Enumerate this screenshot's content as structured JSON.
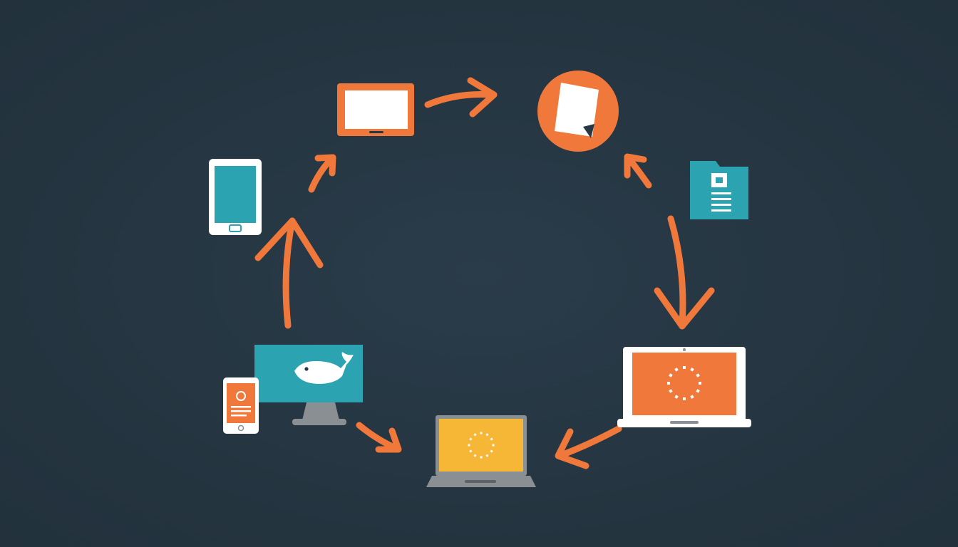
{
  "diagram": {
    "colors": {
      "background": "#263746",
      "arrow": "#f0783a",
      "orange": "#f0783a",
      "teal": "#2ba3b0",
      "yellow": "#f6b636",
      "white": "#ffffff",
      "gray": "#8a8f94",
      "dark": "#263746"
    },
    "nodes": [
      {
        "id": "tablet-landscape",
        "icon": "tablet-icon"
      },
      {
        "id": "document-circle",
        "icon": "document-icon"
      },
      {
        "id": "folder-document",
        "icon": "folder-icon"
      },
      {
        "id": "laptop-orange",
        "icon": "laptop-icon"
      },
      {
        "id": "laptop-yellow",
        "icon": "laptop-icon"
      },
      {
        "id": "monitor-whale",
        "icon": "monitor-icon"
      },
      {
        "id": "phone-orange",
        "icon": "smartphone-icon"
      },
      {
        "id": "phone-teal",
        "icon": "smartphone-icon"
      }
    ],
    "flow": [
      {
        "from": "tablet-landscape",
        "to": "document-circle"
      },
      {
        "from": "folder-document",
        "to": "document-circle"
      },
      {
        "from": "document-circle",
        "to": "laptop-orange"
      },
      {
        "from": "laptop-orange",
        "to": "laptop-yellow"
      },
      {
        "from": "monitor-whale",
        "to": "laptop-yellow"
      },
      {
        "from": "monitor-whale",
        "to": "phone-teal"
      },
      {
        "from": "phone-teal",
        "to": "tablet-landscape"
      }
    ]
  }
}
